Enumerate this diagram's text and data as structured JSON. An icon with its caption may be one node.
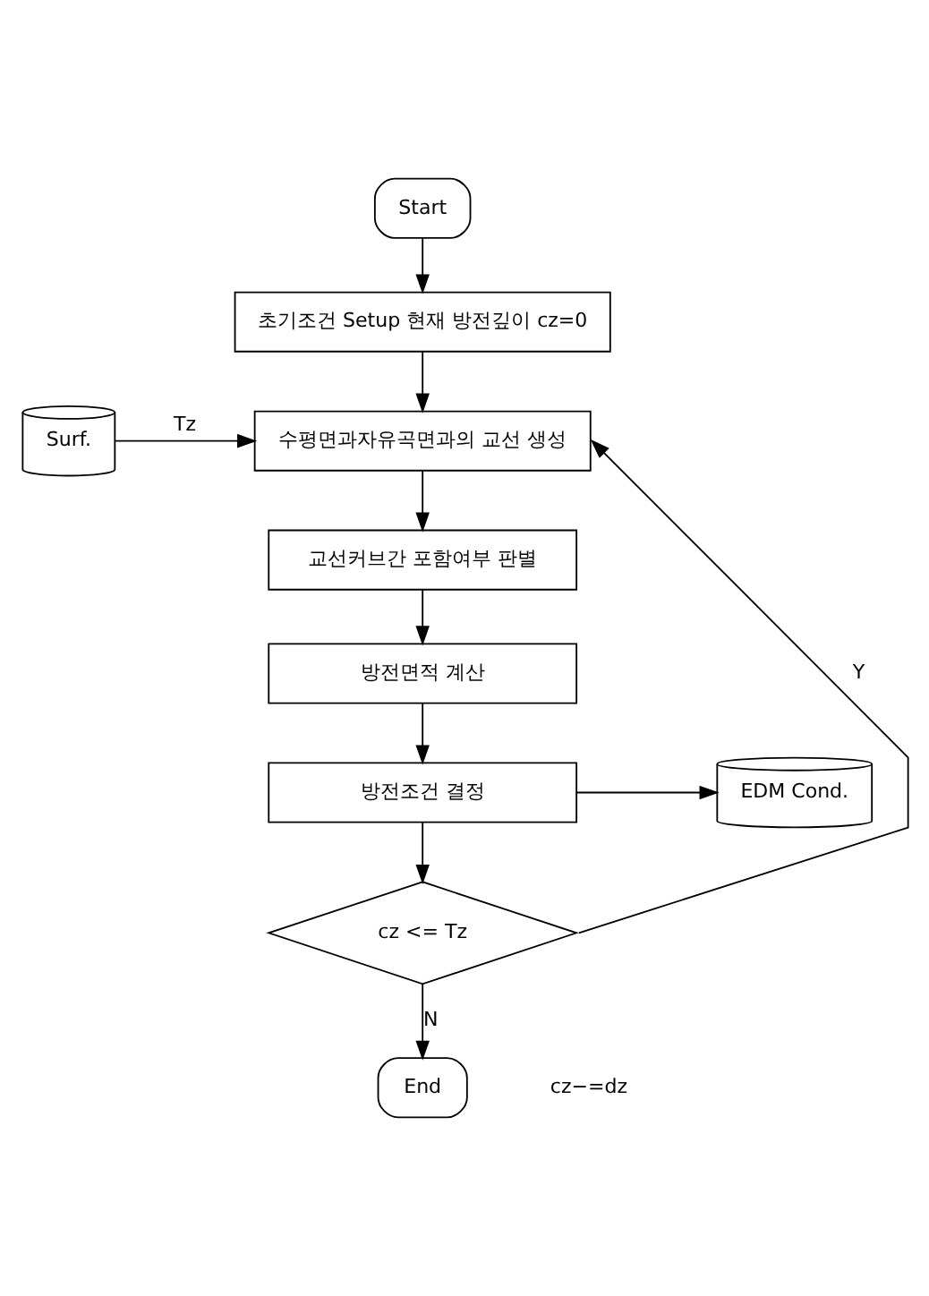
{
  "diagram": {
    "nodes": [
      {
        "text": [
          "Start"
        ]
      },
      {
        "text": [
          "초기조건 Setup 현재 방전깊이 cz=0"
        ]
      },
      {
        "text": [
          "Surf."
        ]
      },
      {
        "text": [
          "수평면과자유곡면과의 교선 생성"
        ]
      },
      {
        "text": [
          "교선커브간 포함여부 판별"
        ]
      },
      {
        "text": [
          "방전면적 계산"
        ]
      },
      {
        "text": [
          "방전조건 결정"
        ]
      },
      {
        "text": [
          "EDM Cond."
        ]
      },
      {
        "text": [
          "cz <= Tz"
        ]
      },
      {
        "text": [
          "End"
        ]
      }
    ],
    "edges": [
      {
        "from": 0,
        "to": 1,
        "arrow": "to"
      },
      {
        "from": 1,
        "to": 3,
        "arrow": "to"
      },
      {
        "from": 2,
        "to": 3,
        "arrow": "to",
        "label": "Tz"
      },
      {
        "from": 3,
        "to": 4,
        "arrow": "to"
      },
      {
        "from": 4,
        "to": 5,
        "arrow": "to"
      },
      {
        "from": 5,
        "to": 6,
        "arrow": "to"
      },
      {
        "from": 6,
        "to": 7,
        "arrow": "to"
      },
      {
        "from": 6,
        "to": 8,
        "arrow": "to"
      },
      {
        "from": 8,
        "to": 3,
        "arrow": "to",
        "label": "Y"
      },
      {
        "from": 8,
        "to": 9,
        "arrow": "to",
        "label": "N"
      }
    ],
    "labels": [
      "cz−=dz"
    ]
  }
}
